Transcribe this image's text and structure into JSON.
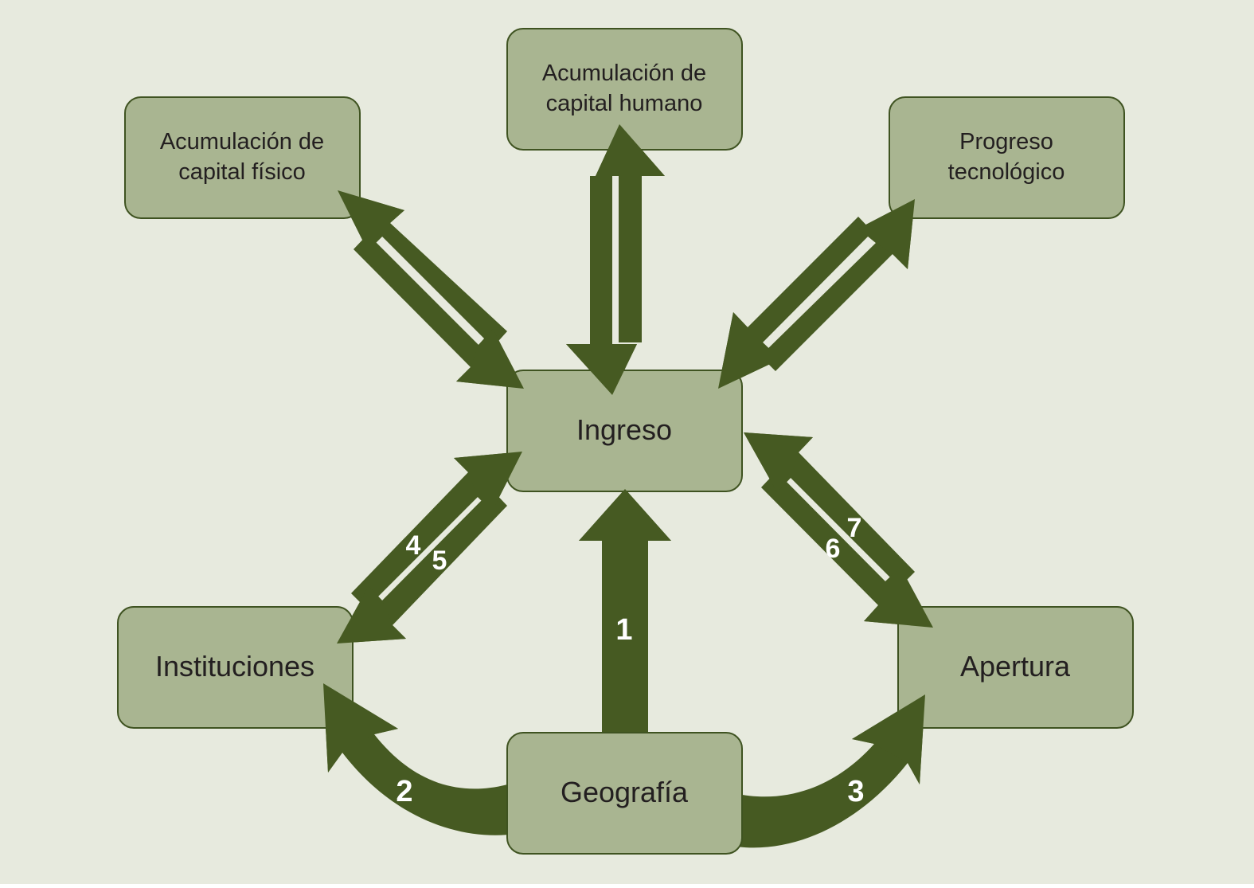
{
  "colors": {
    "background": "#e7eade",
    "box_fill": "#a9b591",
    "box_stroke": "#3f5321",
    "arrow": "#465a22",
    "text": "#231f20",
    "number_text": "#ffffff"
  },
  "boxes": {
    "capital_fisico": {
      "line1": "Acumulación de",
      "line2": "capital físico"
    },
    "capital_humano": {
      "line1": "Acumulación de",
      "line2": "capital humano"
    },
    "progreso": {
      "line1": "Progreso",
      "line2": "tecnológico"
    },
    "ingreso": {
      "label": "Ingreso"
    },
    "instituciones": {
      "label": "Instituciones"
    },
    "apertura": {
      "label": "Apertura"
    },
    "geografia": {
      "label": "Geografía"
    }
  },
  "arrow_numbers": {
    "n1": "1",
    "n2": "2",
    "n3": "3",
    "n4": "4",
    "n5": "5",
    "n6": "6",
    "n7": "7"
  }
}
